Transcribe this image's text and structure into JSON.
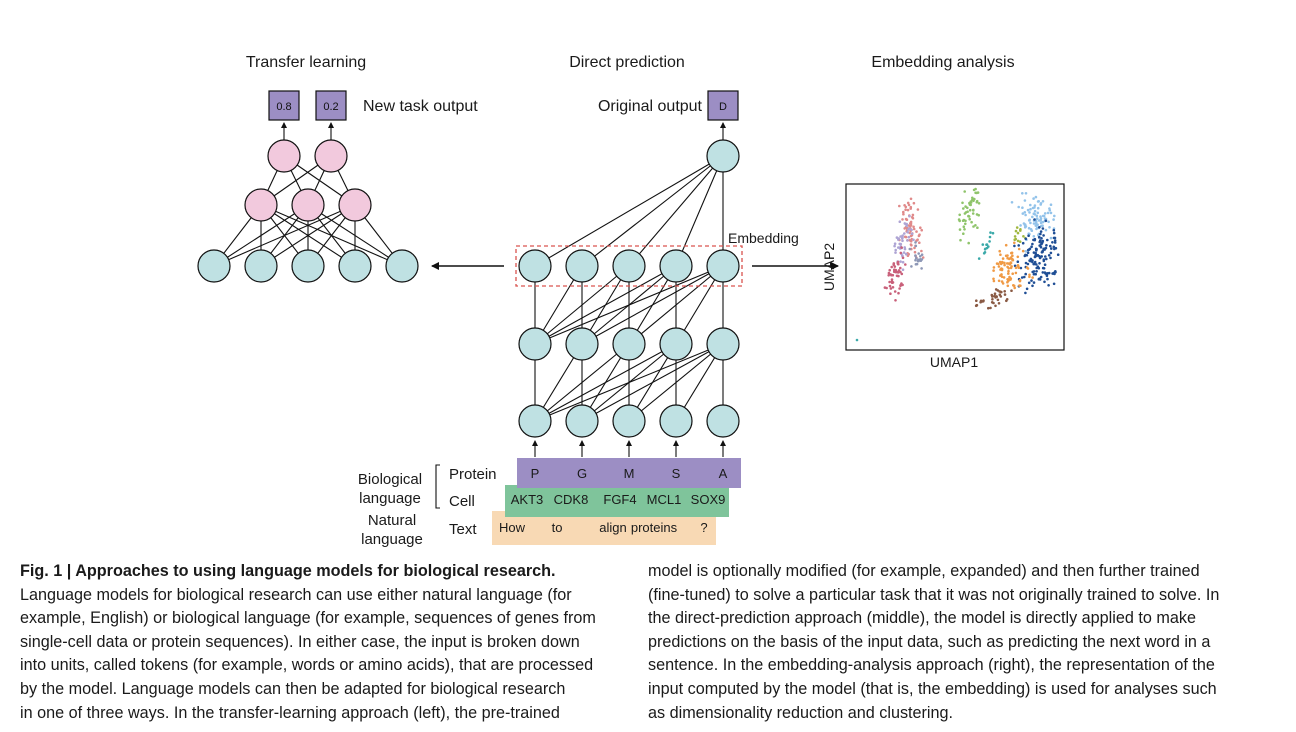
{
  "panels": {
    "transfer_title": "Transfer learning",
    "direct_title": "Direct prediction",
    "embedding_title": "Embedding analysis"
  },
  "transfer": {
    "outputs": [
      "0.8",
      "0.2"
    ],
    "output_label": "New task output"
  },
  "direct": {
    "output_value": "D",
    "output_label": "Original output",
    "embedding_label": "Embedding"
  },
  "umap": {
    "xlabel": "UMAP1",
    "ylabel": "UMAP2",
    "colors": {
      "salmon": "#e08a8a",
      "lavender": "#aea4d4",
      "rose": "#c9607a",
      "slate": "#8e98b6",
      "lime": "#8fc46b",
      "skyblue": "#93c3ea",
      "navy": "#1f4e95",
      "orange": "#f09a45",
      "brown": "#8a5a44",
      "teal": "#3aa9a9",
      "olive": "#a0b840"
    }
  },
  "inputs": {
    "biological_label": [
      "Biological",
      "language"
    ],
    "natural_label": [
      "Natural",
      "language"
    ],
    "protein_label": "Protein",
    "cell_label": "Cell",
    "text_label": "Text",
    "protein_tokens": [
      "P",
      "G",
      "M",
      "S",
      "A"
    ],
    "cell_tokens": [
      "AKT3",
      "CDK8",
      "FGF4",
      "MCL1",
      "SOX9"
    ],
    "text_tokens": [
      "How",
      "to",
      "align",
      "proteins",
      "?"
    ],
    "protein_color": "#9c8ec4",
    "cell_color": "#7fc49b",
    "text_color": "#f8d9b4"
  },
  "colors": {
    "node_blue": "#bfe1e3",
    "node_pink": "#f2c9dd",
    "output_box": "#9c8ec4",
    "embed_box": "#d9534f"
  },
  "caption": {
    "lead": "Fig. 1 | Approaches to using language models for biological research.",
    "left_lines": [
      "Language models for biological research can use either natural language (for",
      "example, English) or biological language (for example, sequences of genes from",
      "single-cell data or protein sequences). In either case, the input is broken down",
      "into units, called tokens (for example, words or amino acids), that are processed",
      "by the model. Language models can then be adapted for biological research",
      "in one of three ways. In the transfer-learning approach (left), the pre-trained"
    ],
    "right_lines": [
      "model is optionally modified (for example, expanded) and then further trained",
      "(fine-tuned) to solve a particular task that it was not originally trained to solve. In",
      "the direct-prediction approach (middle), the model is directly applied to make",
      "predictions on the basis of the input data, such as predicting the next word in a",
      "sentence. In the embedding-analysis approach (right), the representation of the",
      "input computed by the model (that is, the embedding) is used for analyses such",
      "as dimensionality reduction and clustering."
    ]
  }
}
